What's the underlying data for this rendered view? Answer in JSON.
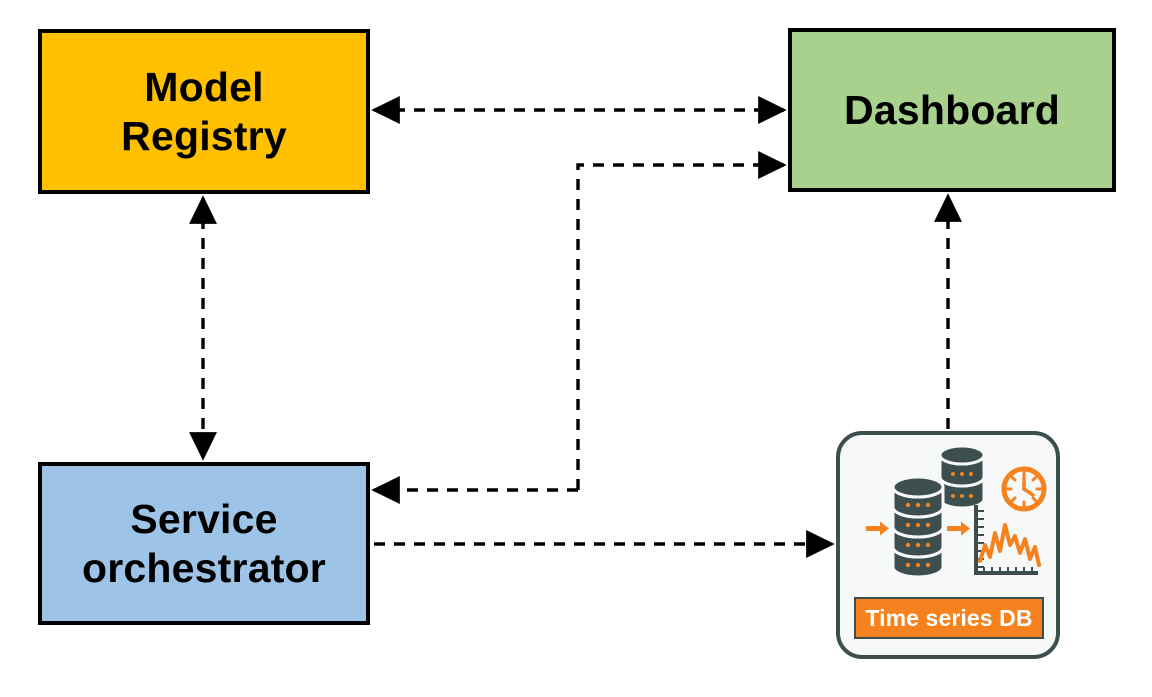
{
  "diagram": {
    "title_text_visible": false,
    "background_color": "#FFFFFF",
    "nodes": [
      {
        "id": "model-registry",
        "label": "Model\nRegistry",
        "fill": "#FFC000",
        "border": "#000000",
        "shape": "rectangle"
      },
      {
        "id": "dashboard",
        "label": "Dashboard",
        "fill": "#A9D18E",
        "border": "#000000",
        "shape": "rectangle"
      },
      {
        "id": "service-orchestrator",
        "label": "Service\norchestrator",
        "fill": "#9DC3E6",
        "border": "#000000",
        "shape": "rectangle"
      },
      {
        "id": "timeseries-db",
        "label": "Time series DB",
        "fill": "#F7F9F9",
        "border": "#3D4E4E",
        "accent": "#F5821F",
        "label_text_color": "#FFFFFF",
        "shape": "rounded-card-icon"
      }
    ],
    "edges": [
      {
        "id": "model-registry-dashboard",
        "from": "model-registry",
        "to": "dashboard",
        "style": "dashed",
        "direction": "bidirectional",
        "color": "#000000"
      },
      {
        "id": "model-registry-service-orchestrator",
        "from": "model-registry",
        "to": "service-orchestrator",
        "style": "dashed",
        "direction": "bidirectional",
        "color": "#000000"
      },
      {
        "id": "service-orchestrator-dashboard",
        "from": "service-orchestrator",
        "to": "dashboard",
        "style": "dashed",
        "direction": "bidirectional-elbow",
        "color": "#000000"
      },
      {
        "id": "service-orchestrator-timeseries-db",
        "from": "service-orchestrator",
        "to": "timeseries-db",
        "style": "dashed",
        "direction": "forward",
        "color": "#000000"
      },
      {
        "id": "timeseries-db-dashboard",
        "from": "timeseries-db",
        "to": "dashboard",
        "style": "dashed",
        "direction": "forward",
        "color": "#000000"
      }
    ],
    "icon_parts": {
      "database_stack_front": "database-cylinder-stack-icon",
      "database_stack_back": "database-cylinder-stack-icon",
      "clock": "clock-icon",
      "chart": "line-chart-icon",
      "arrow_in": "arrow-right-icon",
      "arrow_out": "arrow-right-icon"
    }
  }
}
